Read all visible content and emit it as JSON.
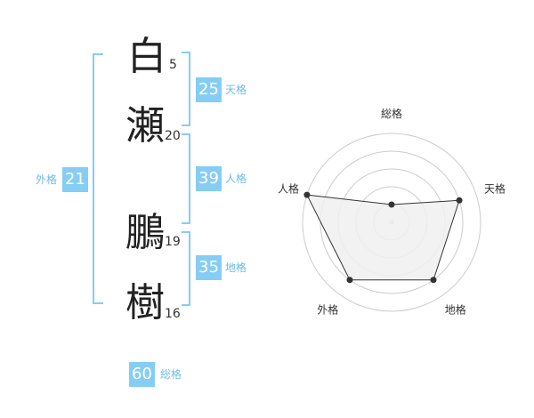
{
  "name": {
    "chars": [
      {
        "char": "白",
        "strokes": "5"
      },
      {
        "char": "瀬",
        "strokes": "20"
      },
      {
        "char": "鵬",
        "strokes": "19"
      },
      {
        "char": "樹",
        "strokes": "16"
      }
    ]
  },
  "fortune": {
    "ten": {
      "value": "25",
      "label": "天格"
    },
    "jin": {
      "value": "39",
      "label": "人格"
    },
    "chi": {
      "value": "35",
      "label": "地格"
    },
    "gai": {
      "value": "21",
      "label": "外格"
    },
    "sou": {
      "value": "60",
      "label": "総格"
    }
  },
  "colors": {
    "accent": "#86cdf5",
    "accent_text": "#6fbce6",
    "radar_fill": "#f0f0f0",
    "radar_line": "#333333",
    "grid": "#cccccc"
  },
  "chart_data": {
    "type": "radar",
    "axes": [
      "総格",
      "天格",
      "地格",
      "外格",
      "人格"
    ],
    "values": [
      1,
      4,
      4,
      4,
      5
    ],
    "range": [
      0,
      5
    ],
    "rings": 5
  }
}
